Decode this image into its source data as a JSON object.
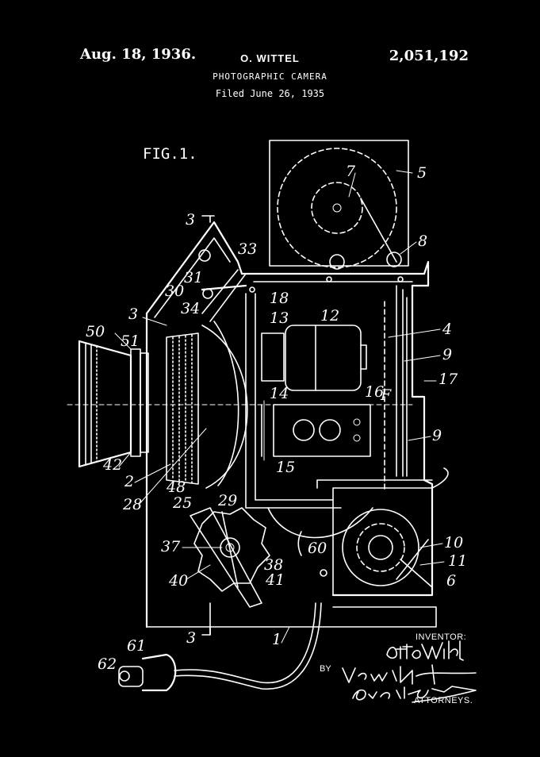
{
  "header": {
    "date": "Aug. 18, 1936.",
    "inventor": "O. WITTEL",
    "patent_number": "2,051,192",
    "title": "PHOTOGRAPHIC CAMERA",
    "filed": "Filed June 26, 1935"
  },
  "figure_label": "FIG.1.",
  "reference_numerals": [
    "1",
    "2",
    "3",
    "3",
    "3",
    "4",
    "5",
    "6",
    "7",
    "8",
    "9",
    "9",
    "10",
    "11",
    "12",
    "13",
    "14",
    "15",
    "16",
    "17",
    "18",
    "25",
    "28",
    "29",
    "30",
    "31",
    "33",
    "34",
    "37",
    "38",
    "40",
    "41",
    "42",
    "48",
    "50",
    "51",
    "60",
    "61",
    "62",
    "F"
  ],
  "footer": {
    "inventor_label": "INVENTOR:",
    "inventor_signature": "Otto Wittel",
    "by_label": "BY",
    "attorney_signature_1": "Newton M. Perrins",
    "attorney_signature_2": "Donald H. Stewart",
    "attorneys_label": "ATTORNEYS."
  },
  "colors": {
    "background": "#000000",
    "ink": "#ffffff"
  }
}
